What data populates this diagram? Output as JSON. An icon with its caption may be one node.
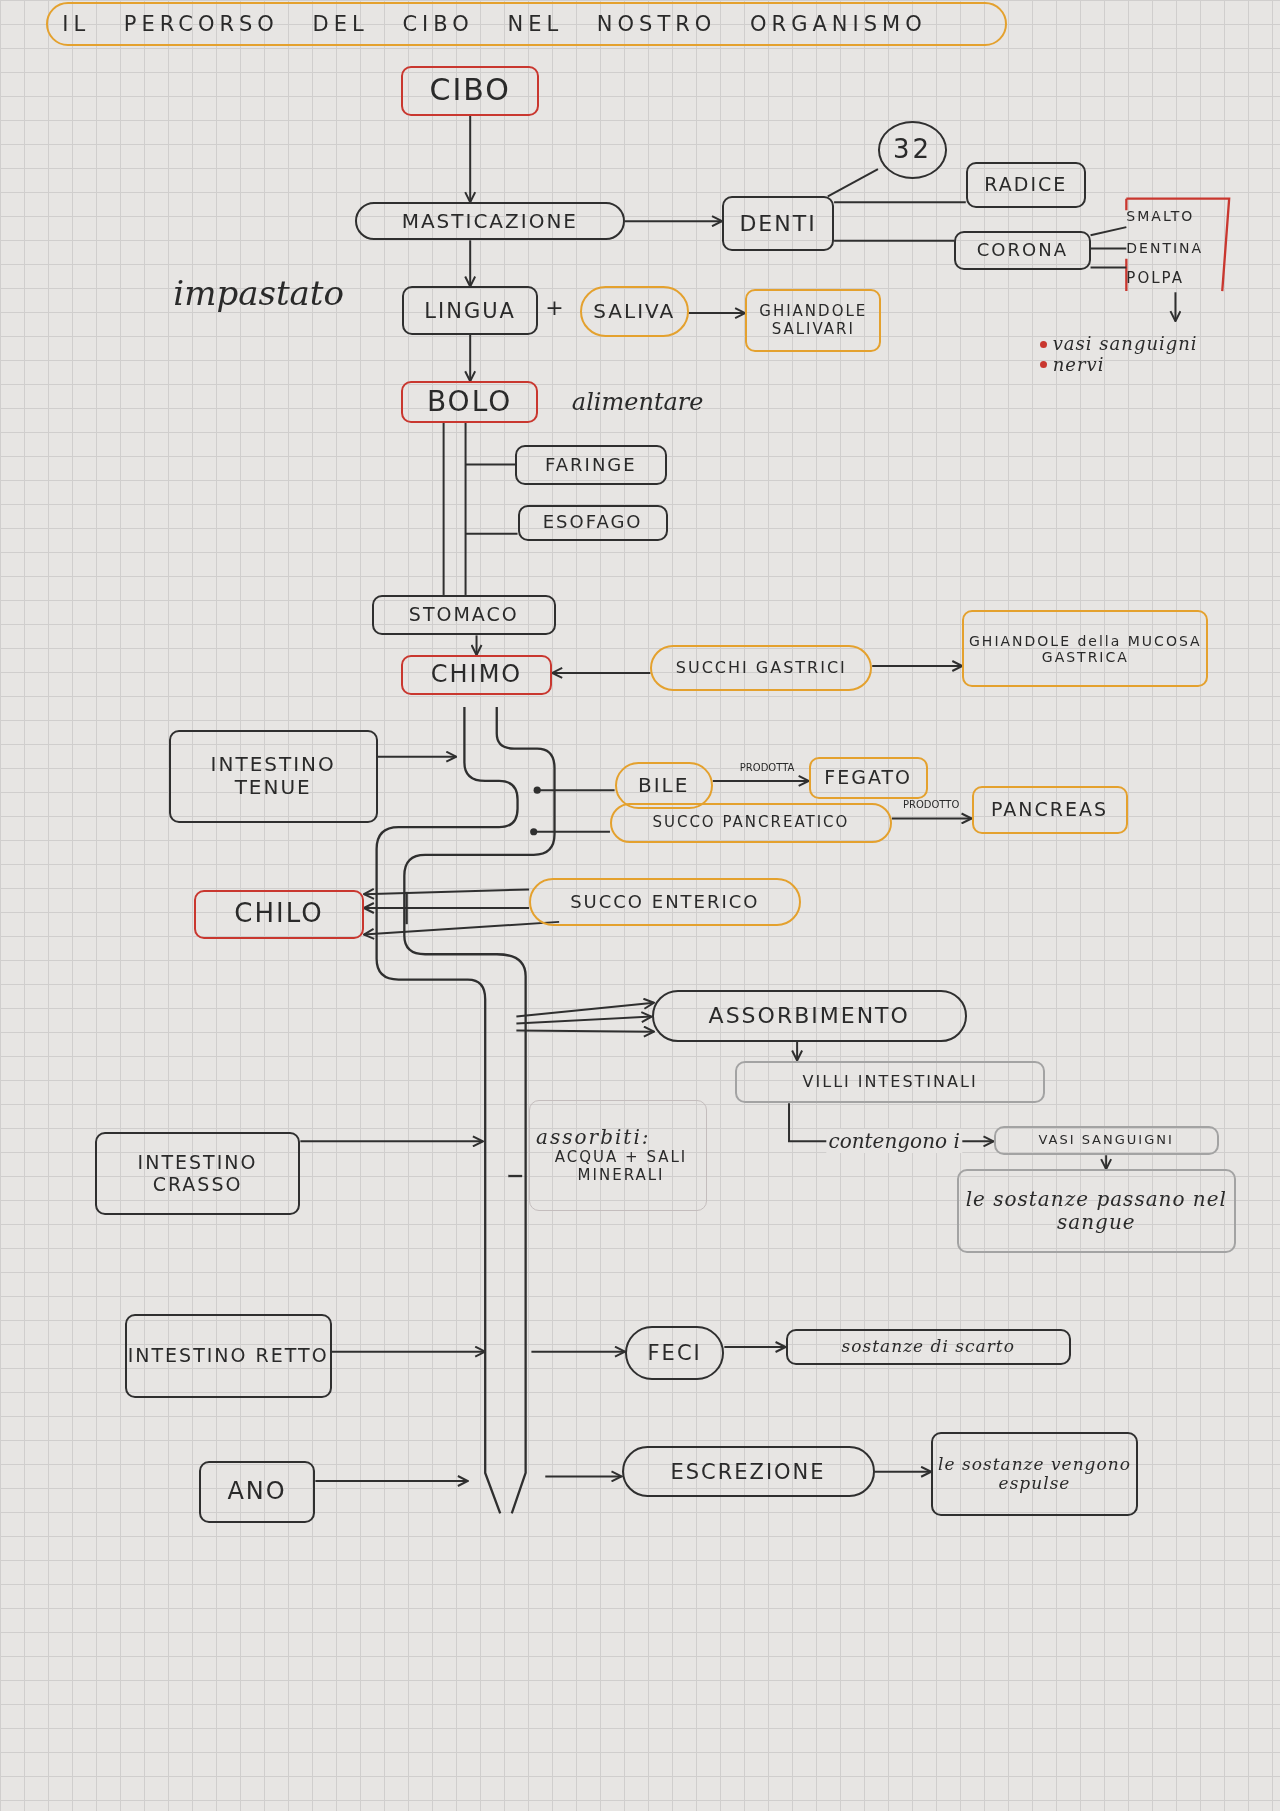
{
  "diagram": {
    "title": "IL PERCORSO DEL CIBO NEL NOSTRO ORGANISMO",
    "nodes": [
      {
        "text": [
          "CIBO"
        ]
      },
      {
        "text": [
          "MASTICAZIONE"
        ]
      },
      {
        "text": [
          "DENTI"
        ]
      },
      {
        "text": [
          "32"
        ]
      },
      {
        "text": [
          "RADICE"
        ]
      },
      {
        "text": [
          "CORONA"
        ]
      },
      {
        "text": [
          "SMALTO"
        ]
      },
      {
        "text": [
          "DENTINA"
        ]
      },
      {
        "text": [
          "POLPA"
        ]
      },
      {
        "text": [
          "vasi sanguigni",
          "nervi"
        ]
      },
      {
        "text": [
          "LINGUA"
        ]
      },
      {
        "text": [
          "SALIVA"
        ]
      },
      {
        "text": [
          "GHIANDOLE SALIVARI"
        ]
      },
      {
        "text": [
          "BOLO"
        ],
        "beside": [
          "alimentare"
        ]
      },
      {
        "text": [
          "FARINGE"
        ]
      },
      {
        "text": [
          "ESOFAGO"
        ]
      },
      {
        "text": [
          "STOMACO"
        ]
      },
      {
        "text": [
          "CHIMO"
        ]
      },
      {
        "text": [
          "SUCCHI GASTRICI"
        ]
      },
      {
        "text": [
          "GHIANDOLE della MUCOSA GASTRICA"
        ]
      },
      {
        "text": [
          "INTESTINO TENUE"
        ]
      },
      {
        "text": [
          "BILE"
        ]
      },
      {
        "text": [
          "FEGATO"
        ]
      },
      {
        "text": [
          "SUCCO PANCREATICO"
        ]
      },
      {
        "text": [
          "PANCREAS"
        ]
      },
      {
        "text": [
          "CHILO"
        ]
      },
      {
        "text": [
          "SUCCO ENTERICO"
        ]
      },
      {
        "text": [
          "ASSORBIMENTO"
        ]
      },
      {
        "text": [
          "VILLI INTESTINALI"
        ]
      },
      {
        "text": [
          "VASI SANGUIGNI"
        ]
      },
      {
        "text": [
          "le sostanze passano nel sangue"
        ]
      },
      {
        "text": [
          "INTESTINO CRASSO"
        ]
      },
      {
        "text": [
          "assorbiti:",
          "ACQUA + SALI MINERALI"
        ]
      },
      {
        "text": [
          "INTESTINO RETTO"
        ]
      },
      {
        "text": [
          "FECI"
        ]
      },
      {
        "text": [
          "sostanze di scarto"
        ]
      },
      {
        "text": [
          "ANO"
        ]
      },
      {
        "text": [
          "ESCREZIONE"
        ]
      },
      {
        "text": [
          "le sostanze vengono espulse"
        ]
      }
    ],
    "edges": [
      {
        "from": 0,
        "to": 1,
        "arrow": "to"
      },
      {
        "from": 1,
        "to": 2,
        "arrow": "to"
      },
      {
        "from": 2,
        "to": 3,
        "arrow": "none"
      },
      {
        "from": 2,
        "to": 4,
        "arrow": "none"
      },
      {
        "from": 2,
        "to": 5,
        "arrow": "none"
      },
      {
        "from": 5,
        "to": 6,
        "arrow": "none"
      },
      {
        "from": 5,
        "to": 7,
        "arrow": "none"
      },
      {
        "from": 5,
        "to": 8,
        "arrow": "none"
      },
      {
        "from": 8,
        "to": 9,
        "arrow": "to"
      },
      {
        "from": 1,
        "to": 10,
        "arrow": "to"
      },
      {
        "from": 11,
        "to": 12,
        "arrow": "to"
      },
      {
        "from": 10,
        "to": 13,
        "arrow": "to"
      },
      {
        "from": 14,
        "to": null,
        "arrow": "none"
      },
      {
        "from": 15,
        "to": null,
        "arrow": "none"
      },
      {
        "from": 16,
        "to": 17,
        "arrow": "to"
      },
      {
        "from": 18,
        "to": 17,
        "arrow": "to"
      },
      {
        "from": 18,
        "to": 19,
        "arrow": "to"
      },
      {
        "from": 20,
        "to": null,
        "arrow": "to"
      },
      {
        "from": 21,
        "to": null,
        "arrow": "other"
      },
      {
        "from": 21,
        "to": 22,
        "arrow": "to",
        "label": "PRODOTTA"
      },
      {
        "from": 23,
        "to": null,
        "arrow": "other"
      },
      {
        "from": 23,
        "to": 24,
        "arrow": "to",
        "label": "PRODOTTO"
      },
      {
        "from": 26,
        "to": 25,
        "arrow": "to"
      },
      {
        "from": 26,
        "to": 25,
        "arrow": "to"
      },
      {
        "from": 26,
        "to": 25,
        "arrow": "to"
      },
      {
        "from": null,
        "to": 27,
        "arrow": "to"
      },
      {
        "from": null,
        "to": 27,
        "arrow": "to"
      },
      {
        "from": null,
        "to": 27,
        "arrow": "to"
      },
      {
        "from": 27,
        "to": 28,
        "arrow": "to"
      },
      {
        "from": 28,
        "to": 29,
        "arrow": "to",
        "label": "contengono i"
      },
      {
        "from": 29,
        "to": 30,
        "arrow": "to"
      },
      {
        "from": 31,
        "to": null,
        "arrow": "to"
      },
      {
        "from": 33,
        "to": null,
        "arrow": "to"
      },
      {
        "from": null,
        "to": 34,
        "arrow": "to"
      },
      {
        "from": 34,
        "to": 35,
        "arrow": "to"
      },
      {
        "from": 36,
        "to": null,
        "arrow": "to"
      },
      {
        "from": null,
        "to": 37,
        "arrow": "to"
      },
      {
        "from": 37,
        "to": 38,
        "arrow": "to"
      },
      {
        "from": 13,
        "to": 16,
        "arrow": "none"
      },
      {
        "from": 13,
        "to": 16,
        "arrow": "none"
      }
    ],
    "labels": [
      "impastato",
      "+"
    ]
  }
}
